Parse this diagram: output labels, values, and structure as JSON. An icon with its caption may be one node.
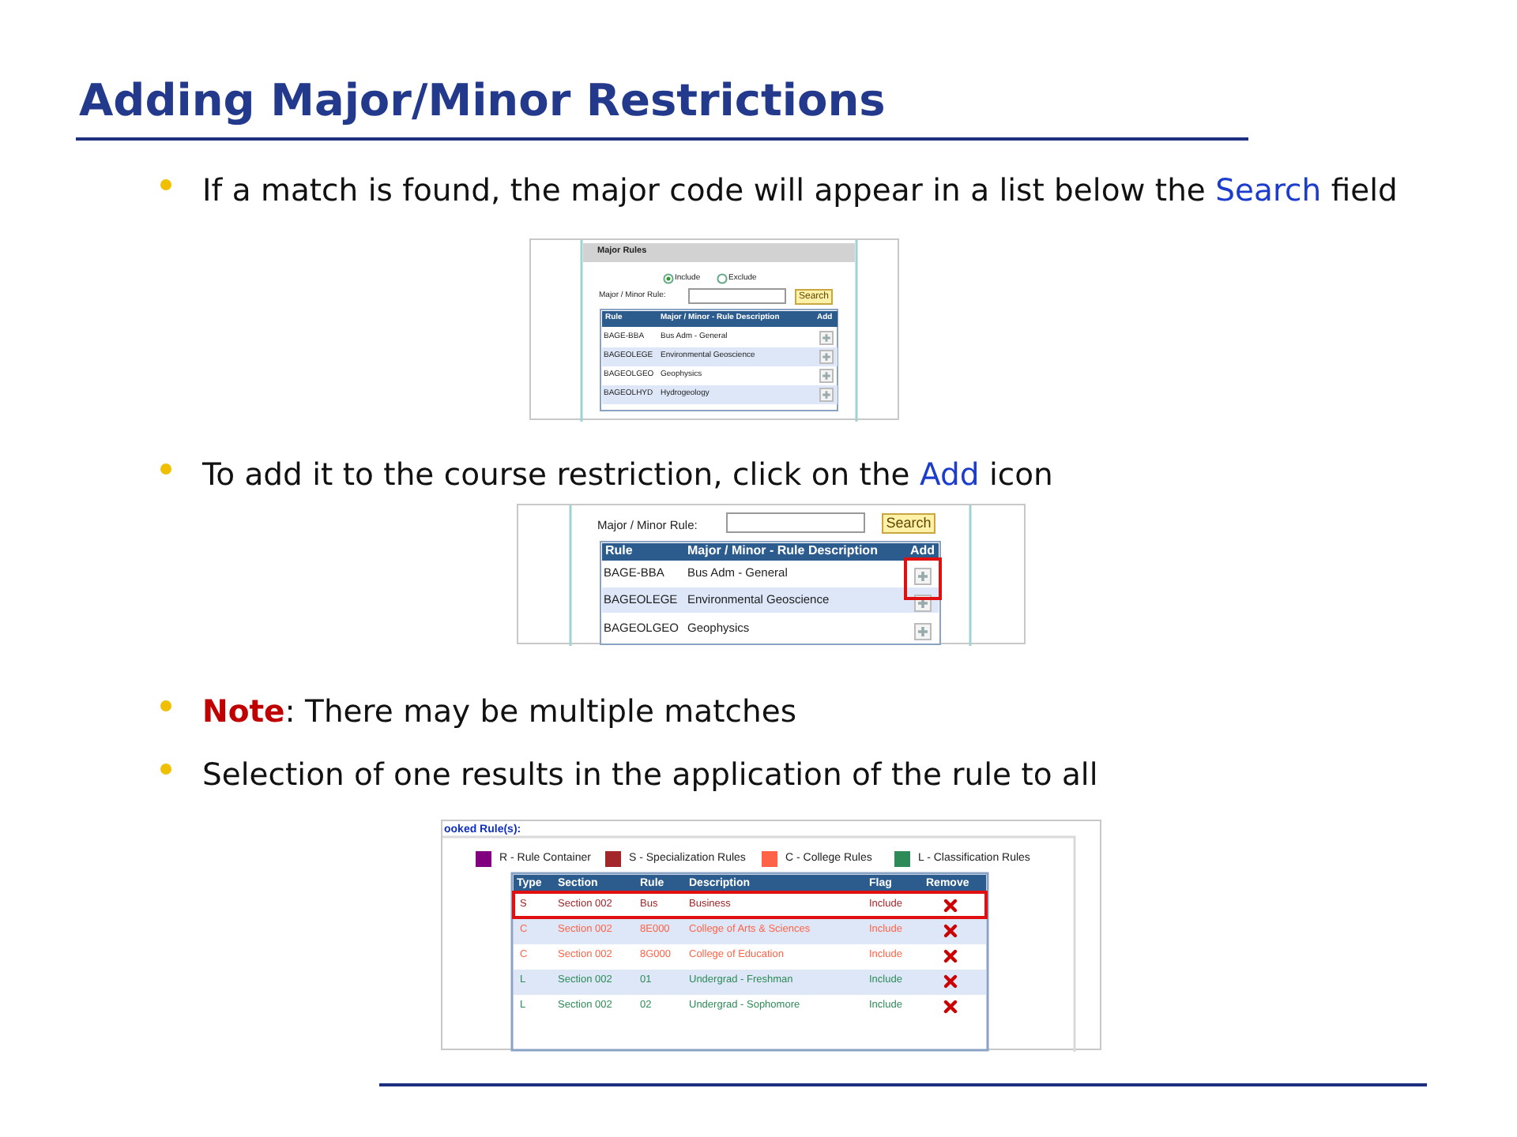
{
  "diagram": {
    "title": "Adding Major/Minor Restrictions",
    "labels": [
      "If a match is found, the major code will appear in a list below the **Search** field",
      "Major Rules",
      "Include",
      "Exclude",
      "Major / Minor Rule:",
      "Search",
      "Rule",
      "Major / Minor - Rule Description",
      "Add",
      "BAGE-BBA",
      "Bus Adm - General",
      "BAGEOLEGE",
      "Environmental Geoscience",
      "BAGEOLGEO",
      "Geophysics",
      "BAGEOLHYD",
      "Hydrogeology",
      "To add it to the course restriction, click on the **Add** icon",
      "Major / Minor Rule:",
      "Search",
      "Rule",
      "Major / Minor - Rule Description",
      "Add",
      "BAGE-BBA",
      "Bus Adm - General",
      "BAGEOLEGE",
      "Environmental Geoscience",
      "BAGEOLGEO",
      "Geophysics",
      "**Note**: There may be multiple matches",
      "Selection of one results in the application of the rule to all",
      "ooked Rule(s):",
      "Type",
      "Section",
      "Rule",
      "Description",
      "Flag",
      "Remove",
      "S",
      "Section 002",
      "Bus",
      "Business",
      "Include",
      "C",
      "Section 002",
      "8E000",
      "College of Arts & Sciences",
      "Include",
      "C",
      "Section 002",
      "8G000",
      "College of Education",
      "Include",
      "L",
      "Section 002",
      "01",
      "Undergrad - Freshman",
      "Include",
      "L",
      "Section 002",
      "02",
      "Undergrad - Sophomore",
      "Include"
    ],
    "legend": [
      {
        "text": "R - Rule Container",
        "color": "#800080"
      },
      {
        "text": "S - Specialization Rules",
        "color": "#a3262a"
      },
      {
        "text": "C - College Rules",
        "color": "#ff6347"
      },
      {
        "text": "L - Classification Rules",
        "color": "#2e8b57"
      }
    ]
  }
}
